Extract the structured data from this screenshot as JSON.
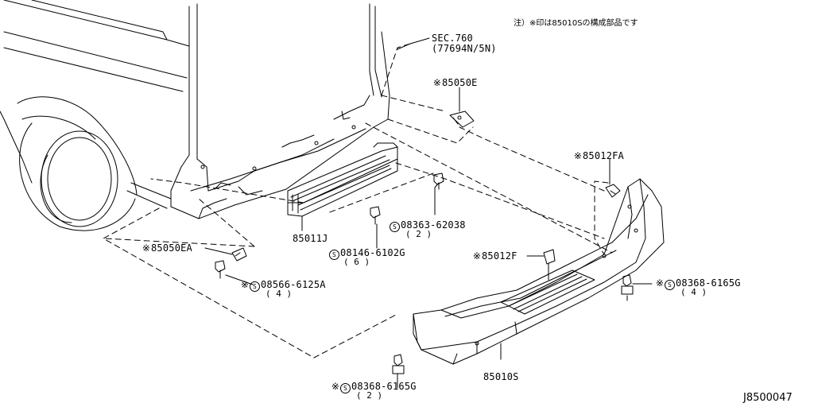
{
  "note": "注）※印は85010Sの構成部品です",
  "diagram_code": "J8500047",
  "ref_mark": "※",
  "std_mark": "S",
  "callouts": {
    "sec760": {
      "line1": "SEC.760",
      "line2": "(77694N/5N)"
    },
    "p85050E": {
      "part": "85050E"
    },
    "p85012FA": {
      "part": "85012FA"
    },
    "p08363": {
      "part": "08363-62038",
      "qty": "( 2 )"
    },
    "p85011J": {
      "part": "85011J"
    },
    "p08146": {
      "part": "08146-6102G",
      "qty": "( 6 )"
    },
    "p85050EA": {
      "part": "85050EA"
    },
    "p08566": {
      "part": "08566-6125A",
      "qty": "( 4 )"
    },
    "p85012F": {
      "part": "85012F"
    },
    "p08368a": {
      "part": "08368-6165G",
      "qty": "( 4 )"
    },
    "p85010S": {
      "part": "85010S"
    },
    "p08368b": {
      "part": "08368-6165G",
      "qty": "( 2 )"
    }
  }
}
